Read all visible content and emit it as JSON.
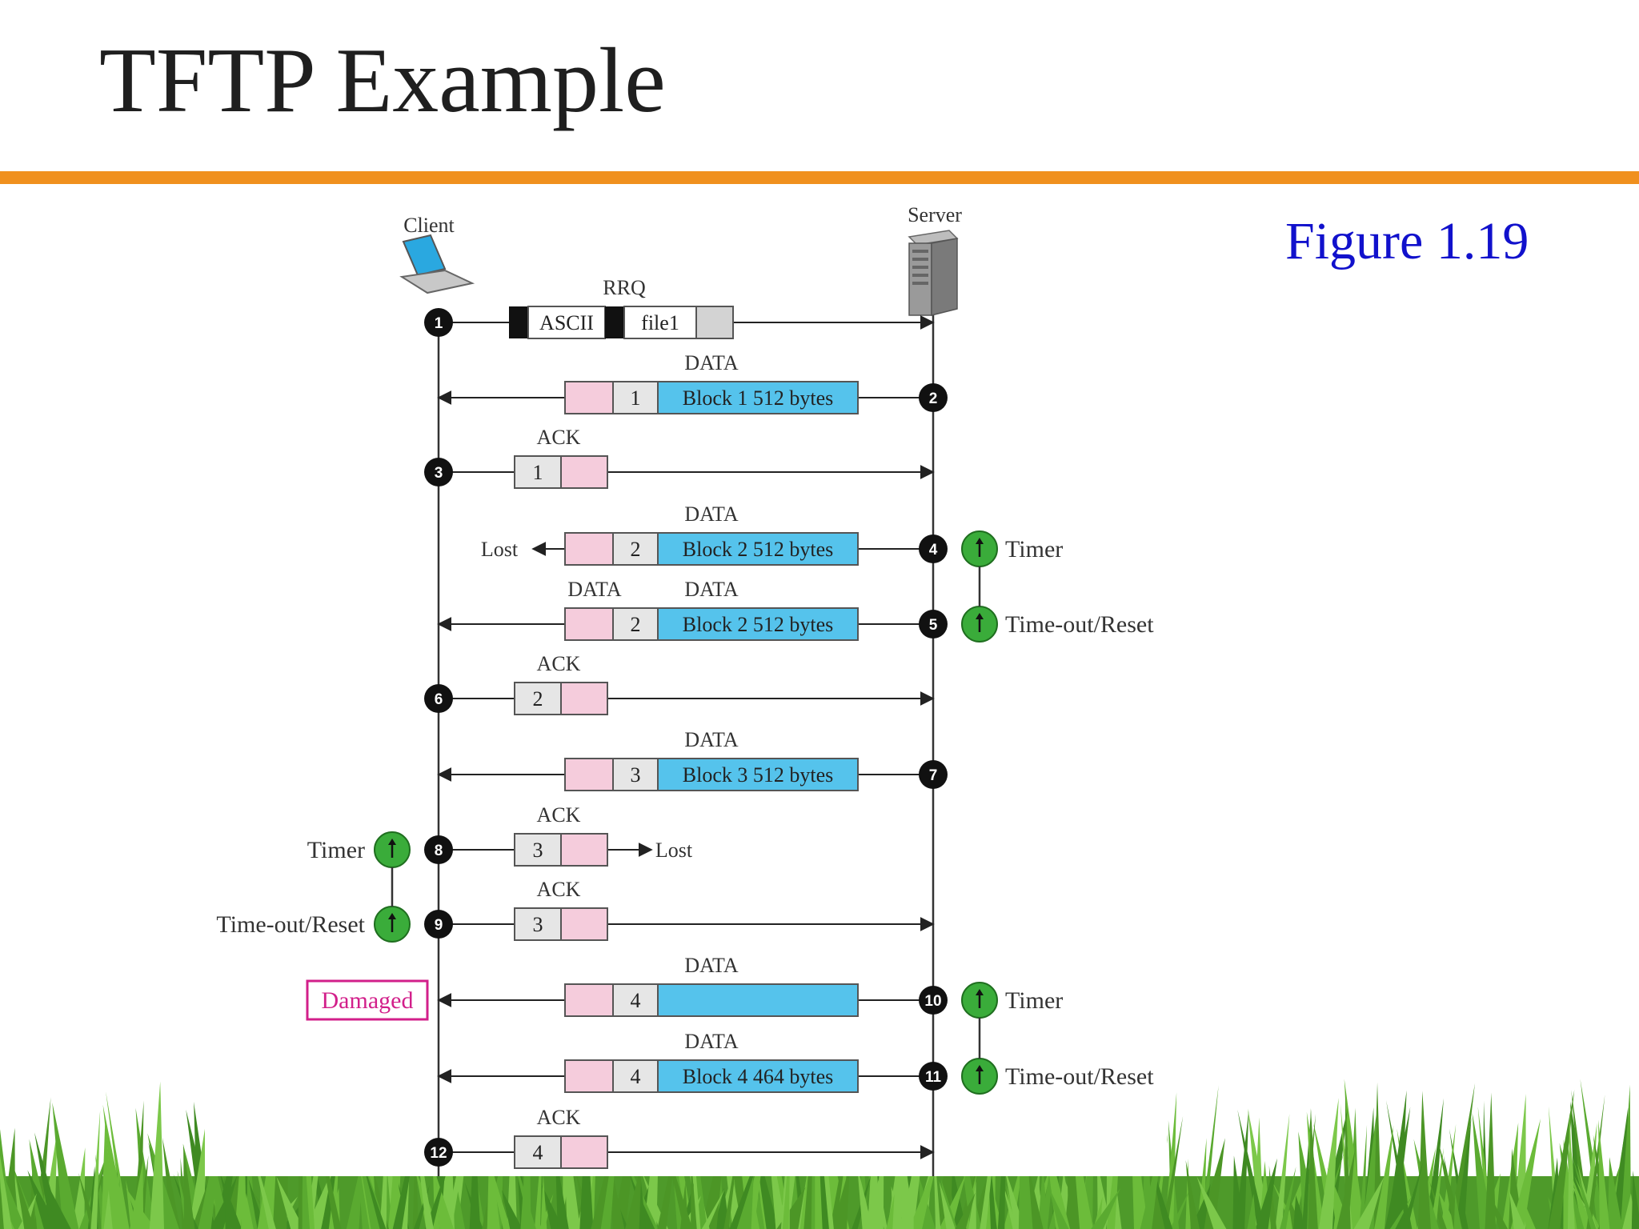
{
  "slide": {
    "title": "TFTP Example",
    "figure_label": "Figure 1.19",
    "colors": {
      "accent_bar": "#f0901e",
      "figure_label": "#1111cc",
      "grass": "#4e9a2a"
    }
  },
  "diagram": {
    "client_label": "Client",
    "server_label": "Server",
    "icons": {
      "client": "laptop-icon",
      "server": "server-tower-icon",
      "timer": "timer-icon"
    },
    "colors": {
      "data_block": "#55c3ec",
      "pink_field": "#f5ccdc",
      "gray_field": "#e6e6e6",
      "timer": "#3aac3a",
      "damaged": "#d21f8a"
    },
    "steps": [
      {
        "n": "1",
        "kind": "rrq",
        "label": "RRQ",
        "mode": "ASCII",
        "file": "file1"
      },
      {
        "n": "2",
        "kind": "data",
        "label": "DATA",
        "block": "1",
        "payload": "Block 1  512 bytes"
      },
      {
        "n": "3",
        "kind": "ack",
        "label": "ACK",
        "block": "1"
      },
      {
        "n": "4",
        "kind": "data",
        "label": "DATA",
        "block": "2",
        "payload": "Block 2  512 bytes",
        "lost": "Lost",
        "timer": "Timer"
      },
      {
        "n": "5",
        "kind": "data",
        "label": "DATA",
        "extra_label": "DATA",
        "block": "2",
        "payload": "Block 2  512 bytes",
        "timer": "Time-out/Reset"
      },
      {
        "n": "6",
        "kind": "ack",
        "label": "ACK",
        "block": "2"
      },
      {
        "n": "7",
        "kind": "data",
        "label": "DATA",
        "block": "3",
        "payload": "Block 3  512 bytes"
      },
      {
        "n": "8",
        "kind": "ack",
        "label": "ACK",
        "block": "3",
        "lost": "Lost",
        "timer": "Timer"
      },
      {
        "n": "9",
        "kind": "ack",
        "label": "ACK",
        "block": "3",
        "timer": "Time-out/Reset"
      },
      {
        "n": "10",
        "kind": "data",
        "label": "DATA",
        "block": "4",
        "payload": "",
        "damaged": "Damaged",
        "timer": "Timer"
      },
      {
        "n": "11",
        "kind": "data",
        "label": "DATA",
        "block": "4",
        "payload": "Block 4  464 bytes",
        "timer": "Time-out/Reset"
      },
      {
        "n": "12",
        "kind": "ack",
        "label": "ACK",
        "block": "4"
      }
    ]
  }
}
